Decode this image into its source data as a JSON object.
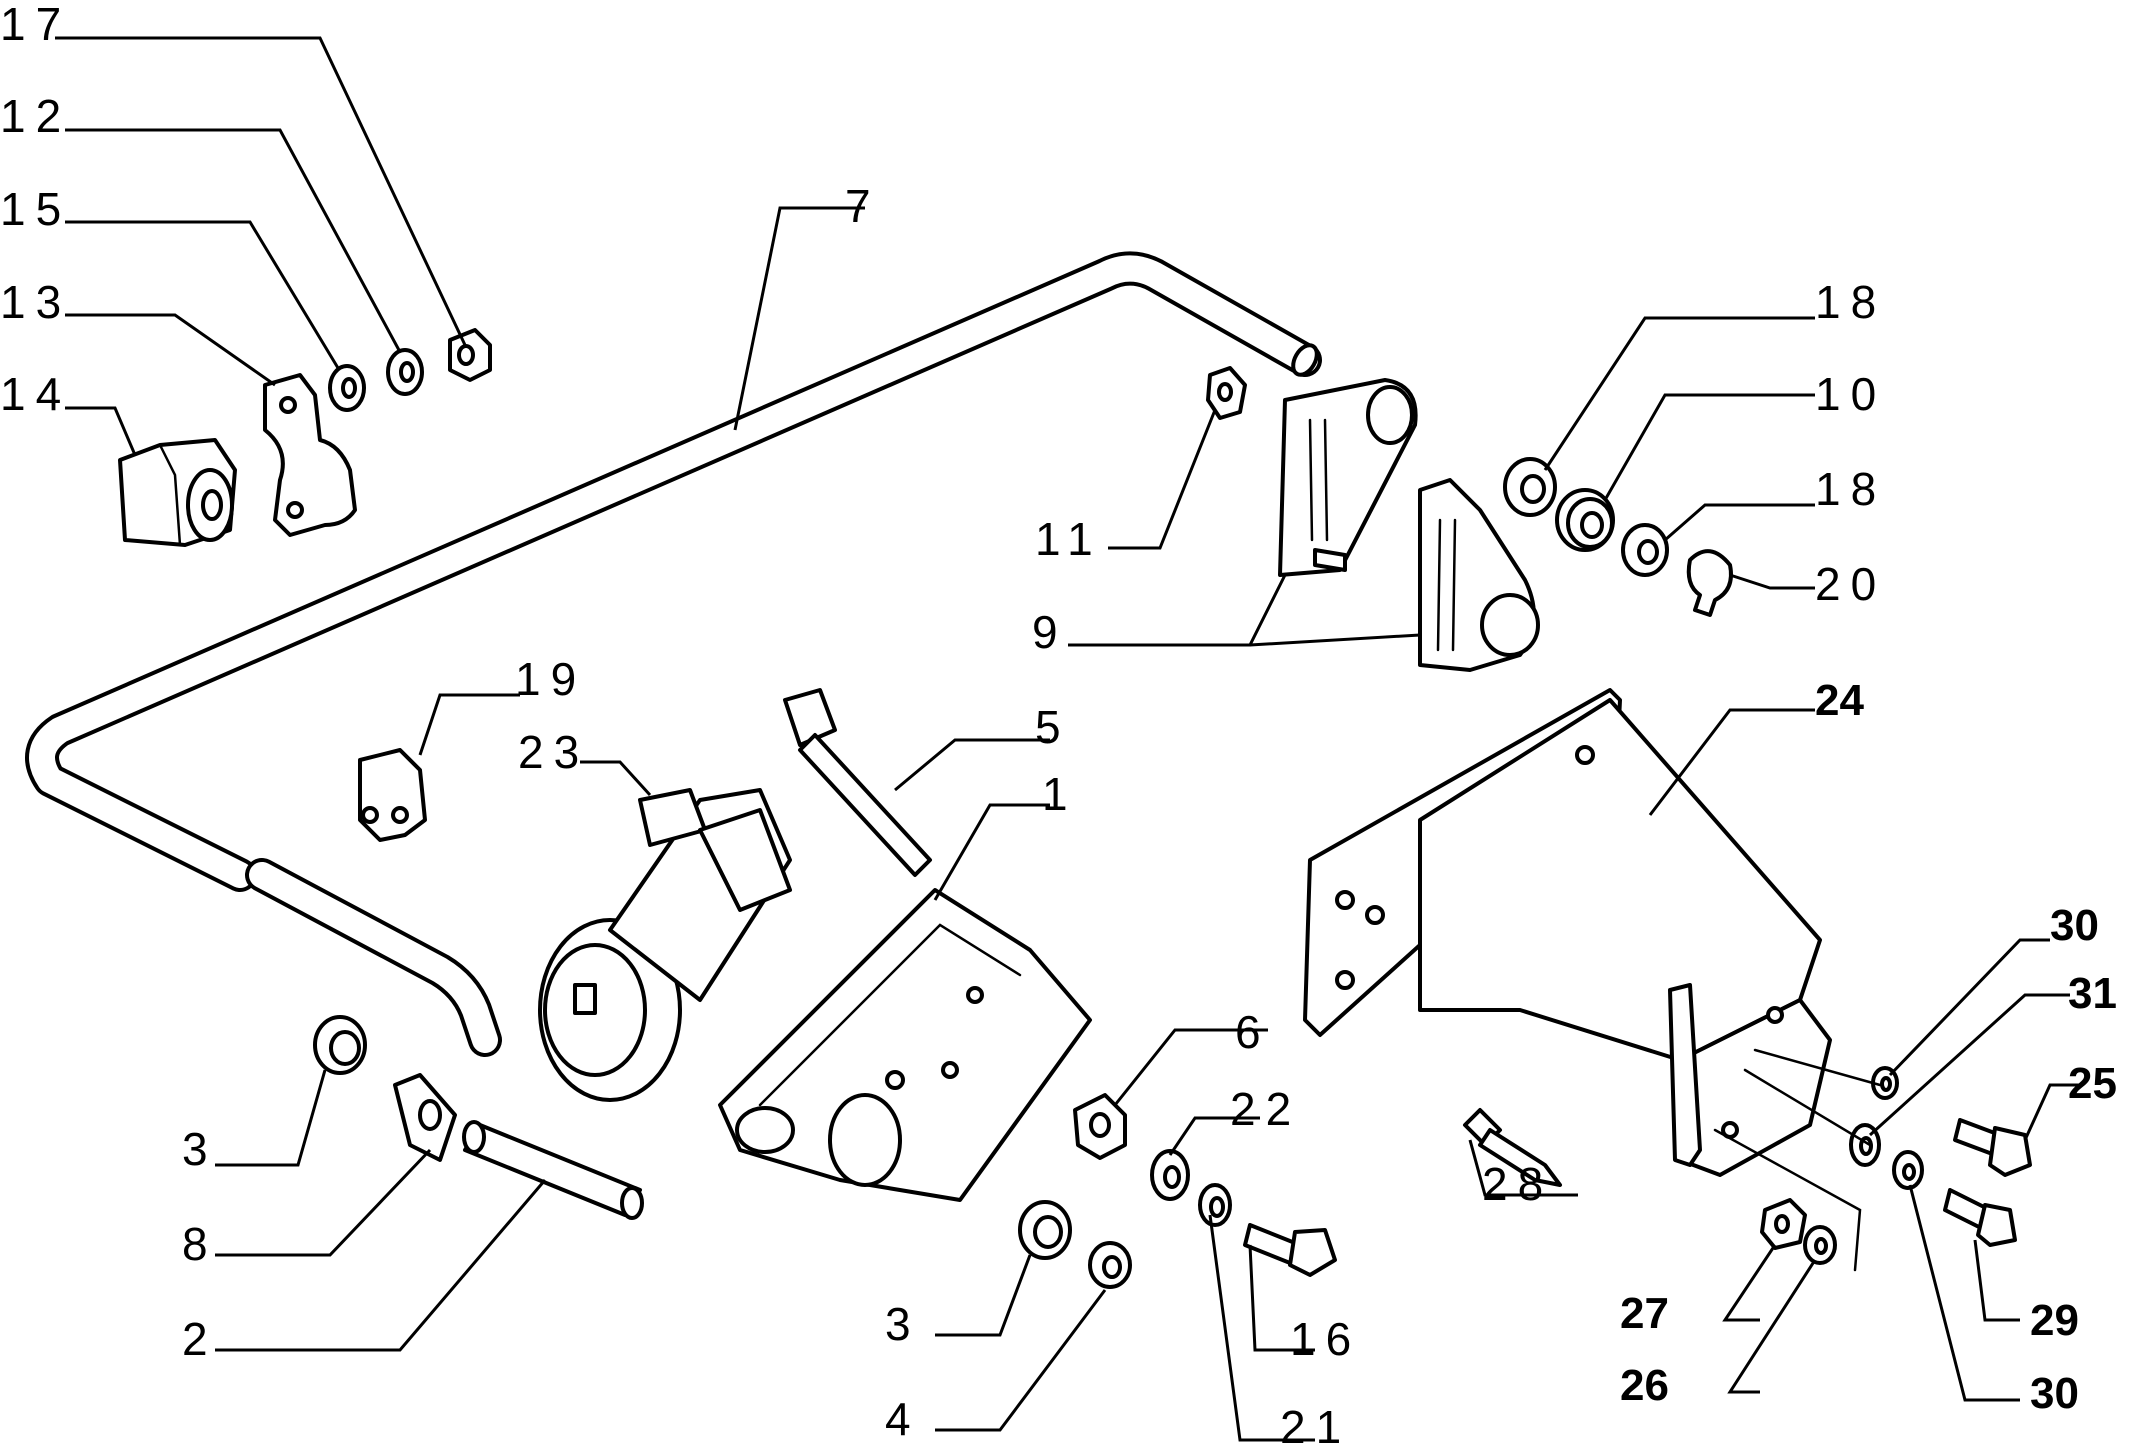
{
  "callouts": {
    "c1": "1",
    "c2": "2",
    "c3a": "3",
    "c3b": "3",
    "c4": "4",
    "c5": "5",
    "c6": "6",
    "c7": "7",
    "c8": "8",
    "c9": "9",
    "c10": "10",
    "c11": "11",
    "c12": "12",
    "c13": "13",
    "c14": "14",
    "c15": "15",
    "c16": "16",
    "c17": "17",
    "c18a": "18",
    "c18b": "18",
    "c19": "19",
    "c20": "20",
    "c21": "21",
    "c22": "22",
    "c23": "23",
    "c24": "24",
    "c25": "25",
    "c26": "26",
    "c27": "27",
    "c28": "28",
    "c29": "29",
    "c30a": "30",
    "c30b": "30",
    "c31": "31"
  }
}
